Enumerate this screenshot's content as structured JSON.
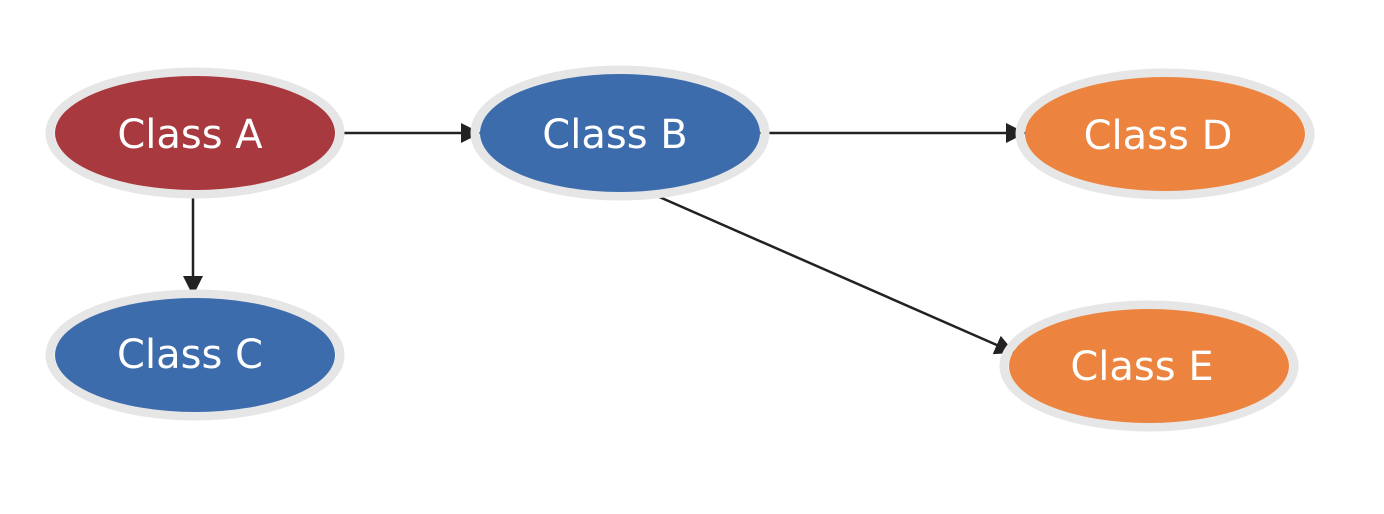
{
  "colors": {
    "red": "#a8393e",
    "blue": "#3c6cab",
    "orange": "#ec843f",
    "edge": "#222222"
  },
  "nodes": [
    {
      "id": "A",
      "label": "Class A",
      "color": "red"
    },
    {
      "id": "B",
      "label": "Class B",
      "color": "blue"
    },
    {
      "id": "C",
      "label": "Class C",
      "color": "blue"
    },
    {
      "id": "D",
      "label": "Class D",
      "color": "orange"
    },
    {
      "id": "E",
      "label": "Class E",
      "color": "orange"
    }
  ],
  "edges": [
    {
      "from": "A",
      "to": "B"
    },
    {
      "from": "A",
      "to": "C"
    },
    {
      "from": "B",
      "to": "D"
    },
    {
      "from": "B",
      "to": "E"
    }
  ]
}
